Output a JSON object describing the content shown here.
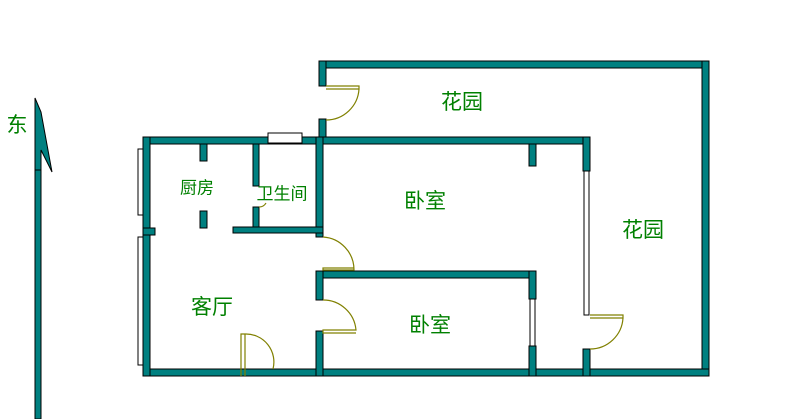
{
  "compass": {
    "direction_label": "东"
  },
  "rooms": {
    "garden_top": "花园",
    "garden_right": "花园",
    "kitchen": "厨房",
    "bathroom": "卫生间",
    "bedroom_main": "卧室",
    "bedroom_small": "卧室",
    "living_room": "客厅"
  },
  "colors": {
    "wall": "#008080",
    "label": "#008000",
    "door": "#808000"
  }
}
